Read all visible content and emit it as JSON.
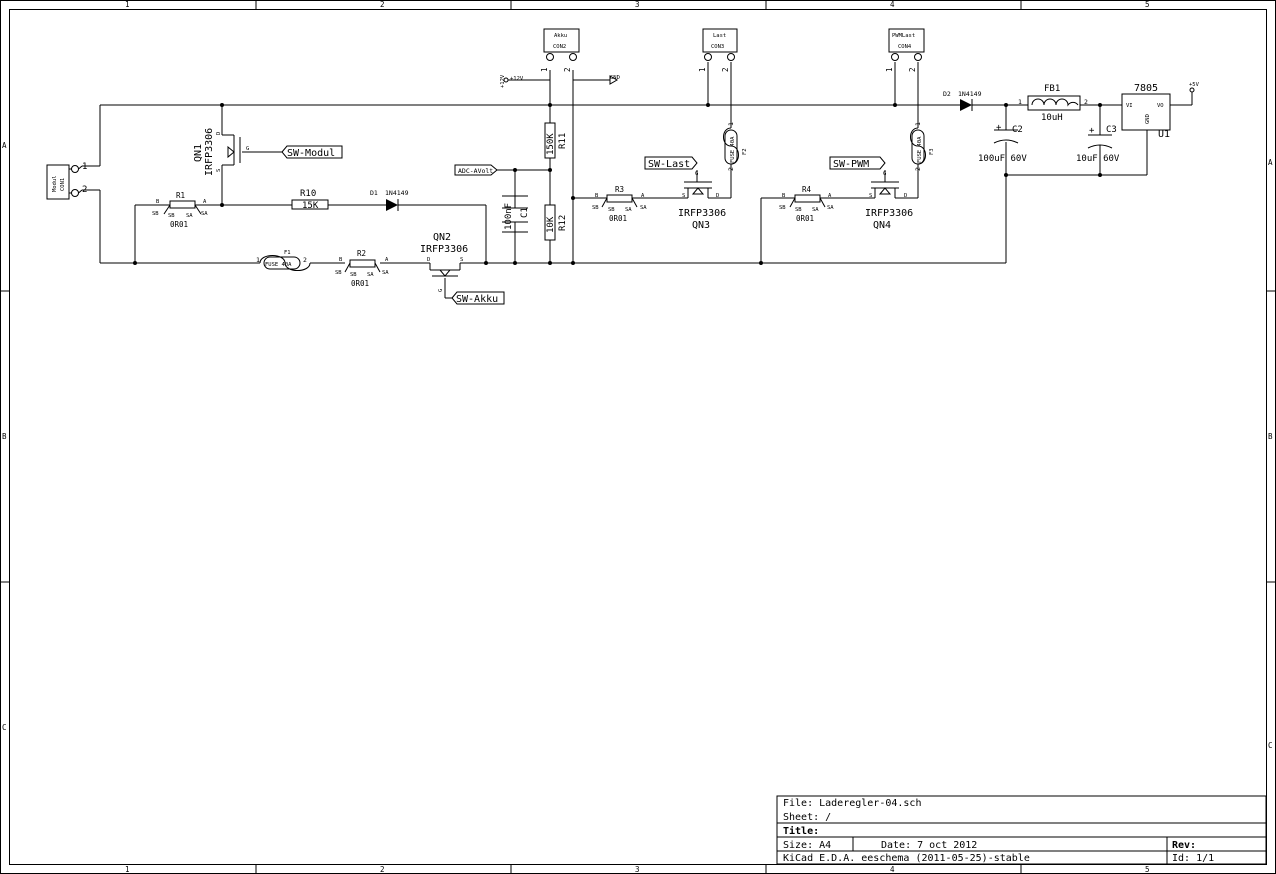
{
  "frame": {
    "columns": [
      "1",
      "2",
      "3",
      "4",
      "5"
    ],
    "rows": [
      "A",
      "B",
      "C"
    ]
  },
  "title_block": {
    "file": "File: Laderegler-04.sch",
    "sheet": "Sheet: /",
    "title": "Title:",
    "size": "Size: A4",
    "date": "Date: 7 oct 2012",
    "rev": "Rev:",
    "program": "KiCad E.D.A.  eeschema (2011-05-25)-stable",
    "id": "Id: 1/1"
  },
  "connectors": {
    "con1": {
      "ref": "CON1",
      "name": "Modul",
      "pin1": "1",
      "pin2": "2"
    },
    "con2": {
      "ref": "CON2",
      "name": "Akku",
      "pin1": "1",
      "pin2": "2"
    },
    "con3": {
      "ref": "CON3",
      "name": "Last",
      "pin1": "1",
      "pin2": "2"
    },
    "con4": {
      "ref": "CON4",
      "name": "PWMLast",
      "pin1": "1",
      "pin2": "2"
    }
  },
  "power": {
    "plus12v": "+12V",
    "plus12v_b": "+12V",
    "gnd": "GND",
    "plus5v": "+5V"
  },
  "mosfets": {
    "qn1": {
      "ref": "QN1",
      "value": "IRFP3306",
      "d": "D",
      "g": "G",
      "s": "S"
    },
    "qn2": {
      "ref": "QN2",
      "value": "IRFP3306",
      "d": "D",
      "g": "G",
      "s": "S"
    },
    "qn3": {
      "ref": "QN3",
      "value": "IRFP3306",
      "d": "D",
      "g": "G",
      "s": "S"
    },
    "qn4": {
      "ref": "QN4",
      "value": "IRFP3306",
      "d": "D",
      "g": "G",
      "s": "S"
    }
  },
  "shunts": {
    "r1": {
      "ref": "R1",
      "value": "0R01",
      "b": "B",
      "a": "A",
      "sb": "SB",
      "sa": "SA"
    },
    "r2": {
      "ref": "R2",
      "value": "0R01",
      "b": "B",
      "a": "A",
      "sb": "SB",
      "sa": "SA"
    },
    "r3": {
      "ref": "R3",
      "value": "0R01",
      "b": "B",
      "a": "A",
      "sb": "SB",
      "sa": "SA"
    },
    "r4": {
      "ref": "R4",
      "value": "0R01",
      "b": "B",
      "a": "A",
      "sb": "SB",
      "sa": "SA"
    }
  },
  "resistors": {
    "r10": {
      "ref": "R10",
      "value": "15K"
    },
    "r11": {
      "ref": "R11",
      "value": "150K"
    },
    "r12": {
      "ref": "R12",
      "value": "10K"
    }
  },
  "diodes": {
    "d1": {
      "ref": "D1",
      "value": "1N4149"
    },
    "d2": {
      "ref": "D2",
      "value": "1N4149"
    }
  },
  "fuses": {
    "f1": {
      "ref": "F1",
      "value": "FUSE 40A",
      "pin1": "1",
      "pin2": "2"
    },
    "f2": {
      "ref": "F2",
      "value": "FUSE 40A",
      "pin1": "1",
      "pin2": "2"
    },
    "f3": {
      "ref": "F3",
      "value": "FUSE 40A",
      "pin1": "1",
      "pin2": "2"
    }
  },
  "capacitors": {
    "c1": {
      "ref": "C1",
      "value": "100nF"
    },
    "c2": {
      "ref": "C2",
      "value": "100uF 60V"
    },
    "c3": {
      "ref": "C3",
      "value": "10uF 60V"
    }
  },
  "inductor": {
    "ref": "FB1",
    "value": "10uH",
    "pin1": "1",
    "pin2": "2"
  },
  "regulator": {
    "ref": "U1",
    "value": "7805",
    "vi": "VI",
    "vo": "VO",
    "gnd": "GND"
  },
  "labels": {
    "sw_modul": "SW-Modul",
    "sw_akku": "SW-Akku",
    "sw_last": "SW-Last",
    "sw_pwm": "SW-PWM",
    "adc_avolt": "ADC-AVolt"
  }
}
